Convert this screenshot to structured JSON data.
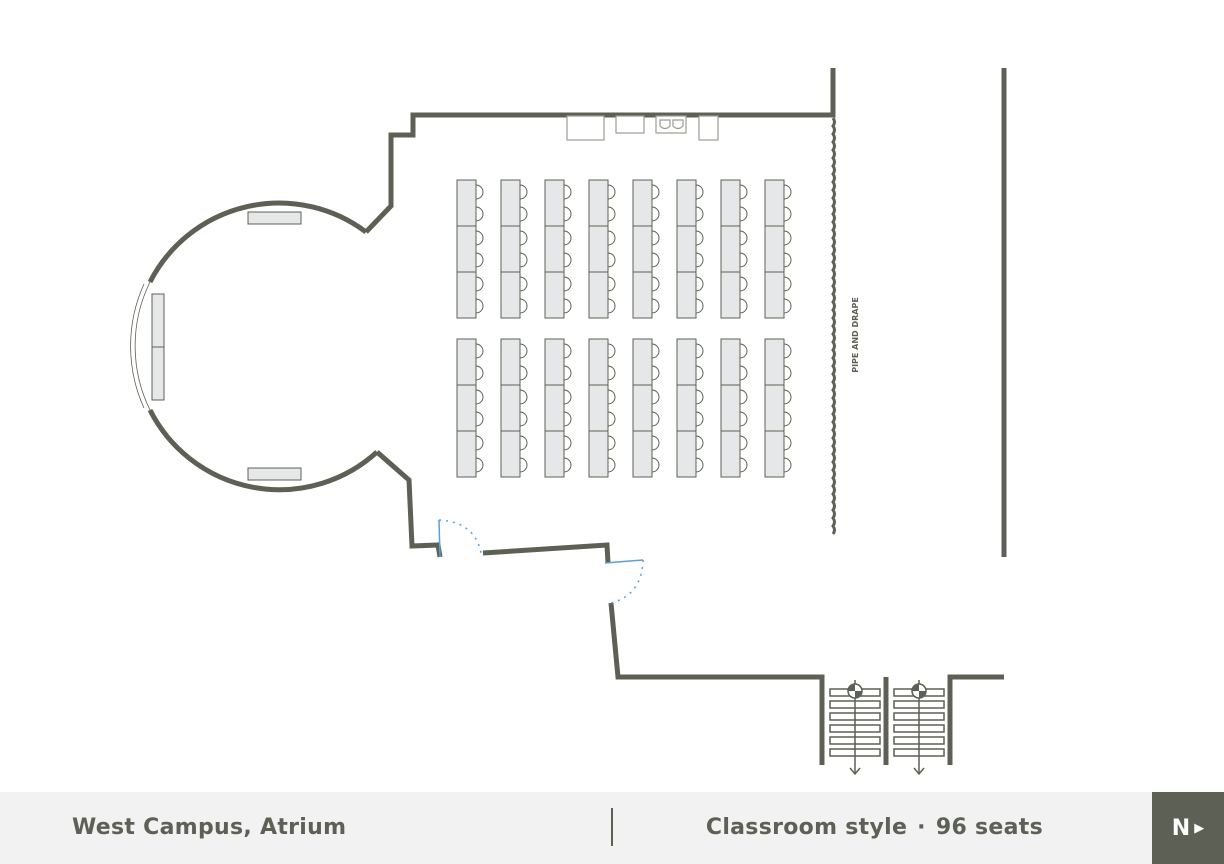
{
  "plan": {
    "pipe_label": "PIPE AND DRAPE",
    "table_columns": 8,
    "tables_per_column_block": 3,
    "table_blocks": 2,
    "chairs_per_table": 2
  },
  "footer": {
    "venue": "West Campus, Atrium",
    "layout_style": "Classroom style",
    "separator": "·",
    "seats": "96 seats",
    "north_label": "N",
    "north_arrow": "▶"
  },
  "colors": {
    "wall": "#5d6054",
    "furniture_fill": "#e6e7e8",
    "door": "#5aa0d8",
    "footer_bg": "#f2f2f2"
  }
}
